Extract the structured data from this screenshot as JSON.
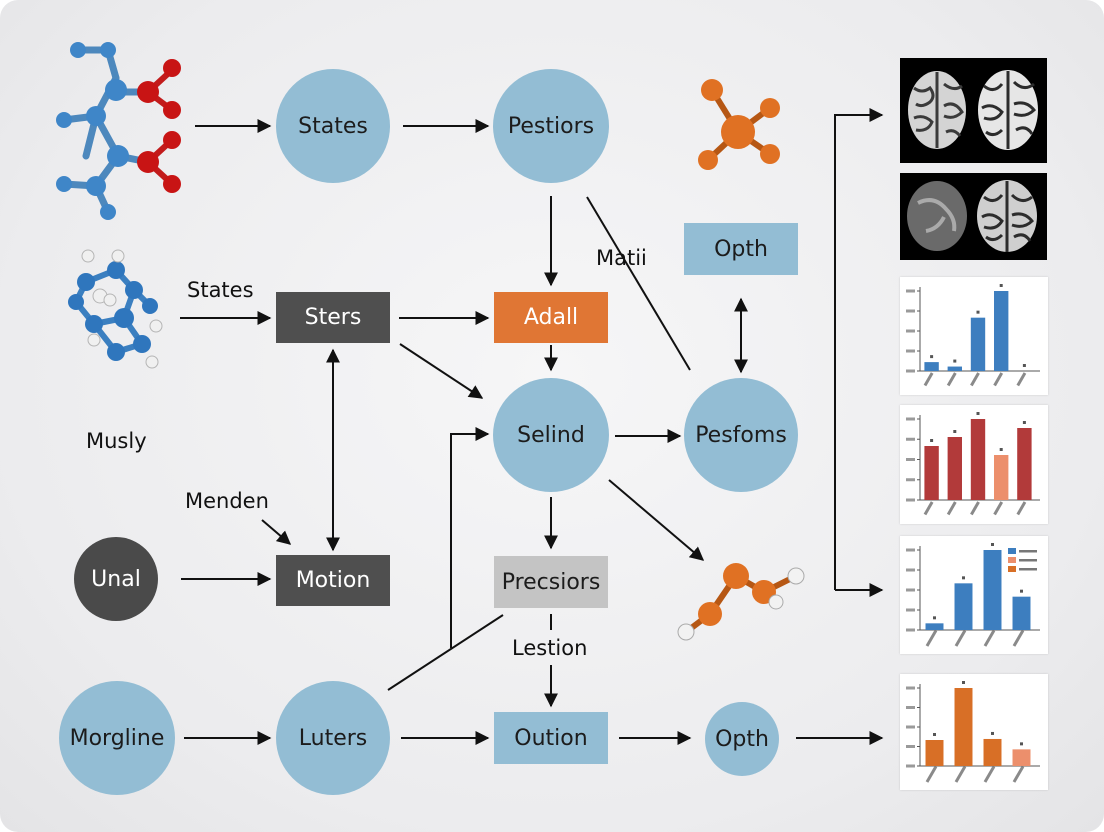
{
  "nodes": {
    "states_circle": "States",
    "pestiors": "Pestiors",
    "sters": "Sters",
    "adall": "Adall",
    "opth_top": "Opth",
    "selind": "Selind",
    "pesfoms": "Pesfoms",
    "unal": "Unal",
    "motion": "Motion",
    "precsiors": "Precsiors",
    "morgline": "Morgline",
    "luters": "Luters",
    "oution": "Oution",
    "opth_bottom": "Opth"
  },
  "labels": {
    "states": "States",
    "matii": "Matii",
    "musly": "Musly",
    "menden": "Menden",
    "lestion": "Lestion"
  },
  "colors": {
    "node_blue": "#93bdd4",
    "node_dark": "#4f4f4f",
    "node_orange": "#e07634",
    "node_gray": "#c4c4c4",
    "bar_blue": "#3d7ebf",
    "bar_red": "#b23a3a",
    "bar_orange": "#d86f26",
    "bar_salmon": "#ec8f6c"
  },
  "icons": [
    "molecule-blue-red-icon",
    "molecule-blue-white-icon",
    "molecule-orange-icon",
    "molecule-orange-white-icon",
    "brain-scan-icon"
  ],
  "chart_data": [
    {
      "type": "bar",
      "values": [
        2,
        1,
        12,
        18,
        0
      ]
    },
    {
      "type": "bar",
      "values": [
        6,
        7,
        9,
        5,
        8
      ]
    },
    {
      "type": "bar",
      "values": [
        2,
        14,
        24,
        10
      ],
      "legend_entries": 3,
      "legend_position": "top-right"
    },
    {
      "type": "bar",
      "values": [
        25,
        75,
        26,
        16
      ]
    }
  ]
}
